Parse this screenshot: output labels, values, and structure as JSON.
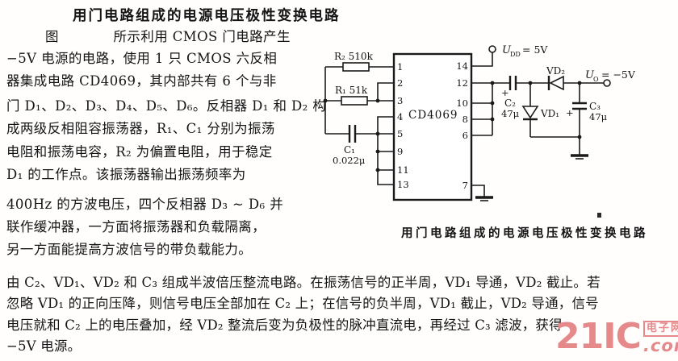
{
  "title": "用门电路组成的电源电压极性变换电路",
  "article": {
    "col_lines": [
      "图　　　　所示利用 CMOS 门电路产生",
      "−5V 电源的电路，使用 1 只 CMOS 六反相",
      "器集成电路 CD4069，其内部共有 6 个与非",
      "门 D₁、D₂、D₃、D₄、D₅、D₆。反相器 D₁ 和 D₂ 构",
      "成两级反相阻容振荡器，R₁、C₁ 分别为振荡",
      "电阻和振荡电容，R₂ 为偏置电阻，用于稳定",
      "D₁ 的工作点。该振荡器输出振荡频率为",
      "400Hz 的方波电压，四个反相器 D₃ ~ D₆ 并",
      "联作缓冲器，一方面将振荡器和负载隔离，",
      "另一方面能提高方波信号的带负载能力。"
    ],
    "full_lines": [
      "由 C₂、VD₁、VD₂ 和 C₃ 组成半波倍压整流电路。在振荡信号的正半周，VD₁ 导通，VD₂ 截止。若",
      "忽略 VD₁ 的正向压降，则信号电压全部加在 C₂ 上；在信号的负半周，VD₁ 截止，VD₂ 导通，信号",
      "电压就和 C₂ 上的电压叠加，经 VD₂ 整流后变为负极性的脉冲直流电，再经过 C₃ 滤波，获得"
    ],
    "last_line": "−5V 电源。"
  },
  "circuit": {
    "ic_label": "CD4069",
    "pins_left": [
      "1",
      "2",
      "3",
      "4",
      "5",
      "9",
      "11",
      "13"
    ],
    "pins_right": [
      "14",
      "12",
      "10",
      "8",
      "6",
      "7"
    ],
    "r2_label": "R₂  510k",
    "r1_label": "R₁  51k",
    "c1_name": "C₁",
    "c1_value": "0.022μ",
    "c2_plus": "+",
    "c2_name": "C₂",
    "c2_value": "47μ",
    "c3_plus": "+",
    "c3_name": "C₃",
    "c3_value": "47μ",
    "vd1_label": "VD₁",
    "vd2_label": "VD₂",
    "udd": {
      "base": "U",
      "sub": "DD",
      "value": "= 5V"
    },
    "uo": {
      "base": "U",
      "sub": "O",
      "value": "= −5V"
    },
    "caption": "用门电路组成的电源电压极性变换电路"
  },
  "watermark": {
    "brand": "21IC",
    "badge": "电子网",
    "suffix": ".com",
    "color": "#e5898b"
  }
}
